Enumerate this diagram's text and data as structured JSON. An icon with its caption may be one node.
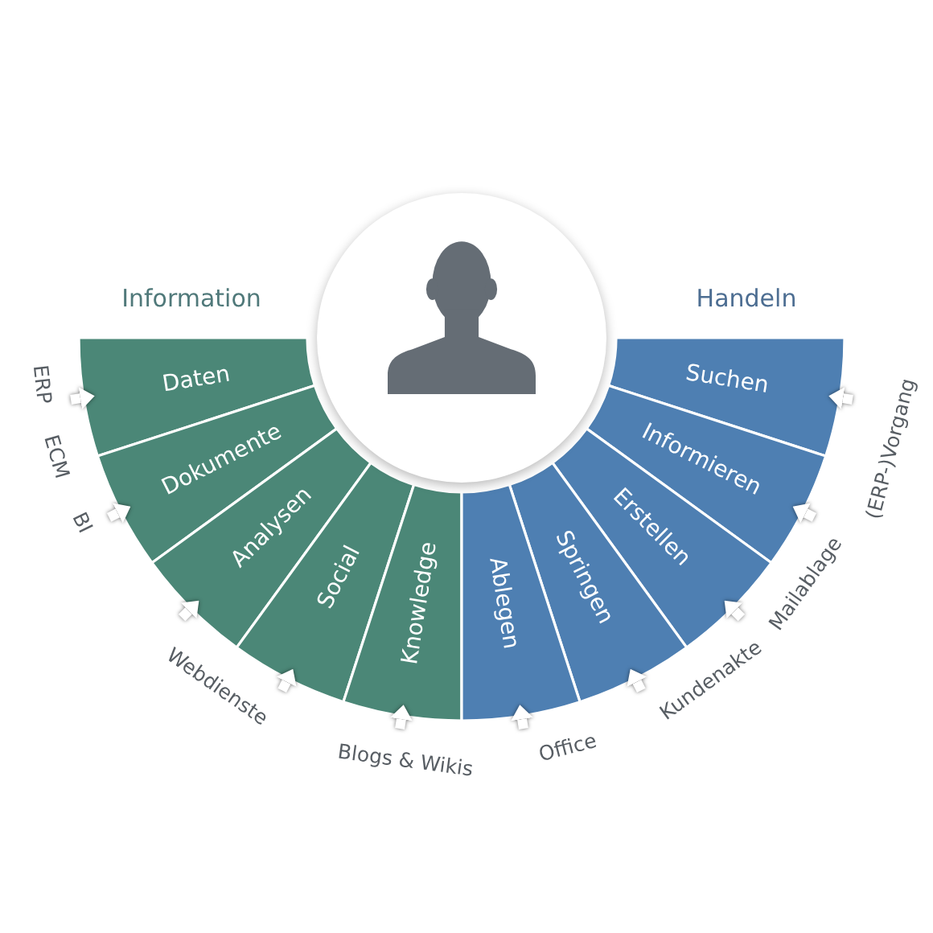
{
  "diagram": {
    "nodes": [
      {
        "text": [],
        "shape": "person"
      },
      {
        "text": [
          "Daten"
        ]
      },
      {
        "text": [
          "Dokumente"
        ]
      },
      {
        "text": [
          "Analysen"
        ]
      },
      {
        "text": [
          "Social"
        ]
      },
      {
        "text": [
          "Knowledge"
        ]
      },
      {
        "text": [
          "Suchen"
        ]
      },
      {
        "text": [
          "Informieren"
        ]
      },
      {
        "text": [
          "Erstellen"
        ]
      },
      {
        "text": [
          "Springen"
        ]
      },
      {
        "text": [
          "Ablegen"
        ]
      }
    ],
    "edges": [
      {
        "from": null,
        "to": 1,
        "arrow": "to"
      },
      {
        "from": null,
        "to": 2,
        "arrow": "to"
      },
      {
        "from": null,
        "to": 3,
        "arrow": "to"
      },
      {
        "from": null,
        "to": 4,
        "arrow": "to"
      },
      {
        "from": null,
        "to": 5,
        "arrow": "to"
      },
      {
        "from": null,
        "to": 6,
        "arrow": "to"
      },
      {
        "from": null,
        "to": 7,
        "arrow": "to"
      },
      {
        "from": null,
        "to": 8,
        "arrow": "to"
      },
      {
        "from": null,
        "to": 9,
        "arrow": "to"
      },
      {
        "from": null,
        "to": 10,
        "arrow": "to"
      }
    ],
    "labels": [
      "Information",
      "Handeln",
      "ERP",
      "ECM",
      "BI",
      "Webdienste",
      "Blogs & Wikis",
      "Office",
      "Kundenakte",
      "Mailablage",
      "(ERP-)Vorgang"
    ]
  }
}
